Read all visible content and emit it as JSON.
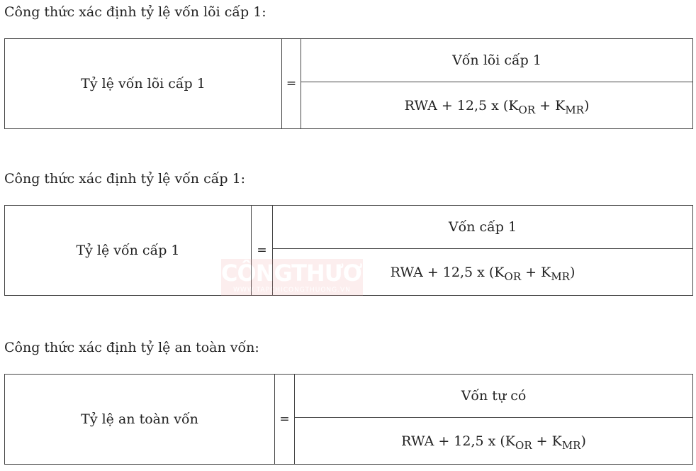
{
  "sections": [
    {
      "heading": "Công thức xác định tỷ lệ vốn lõi cấp 1:",
      "label": "Tỷ lệ vốn lõi cấp 1",
      "equals": "=",
      "numerator": "Vốn lõi cấp 1",
      "denominator": {
        "prefix": "RWA + 12,5 x (K",
        "sub1": "OR",
        "middle": " + K",
        "sub2": "MR",
        "suffix": ")"
      }
    },
    {
      "heading": "Công thức xác định tỷ lệ vốn cấp 1:",
      "label": "Tỷ lệ vốn cấp 1",
      "equals": "=",
      "numerator": "Vốn cấp 1",
      "denominator": {
        "prefix": "RWA + 12,5 x (K",
        "sub1": "OR",
        "middle": " + K",
        "sub2": "MR",
        "suffix": ")"
      }
    },
    {
      "heading": "Công thức xác định tỷ lệ an toàn vốn:",
      "label": "Tỷ lệ an toàn vốn",
      "equals": "=",
      "numerator": "Vốn tự có",
      "denominator": {
        "prefix": "RWA + 12,5 x (K",
        "sub1": "OR",
        "middle": " + K",
        "sub2": "MR",
        "suffix": ")"
      }
    }
  ],
  "watermark": {
    "main": "CÔNGTHƯƠNG",
    "sub": "WWW.TAPCHICONGTHUONG.VN"
  }
}
